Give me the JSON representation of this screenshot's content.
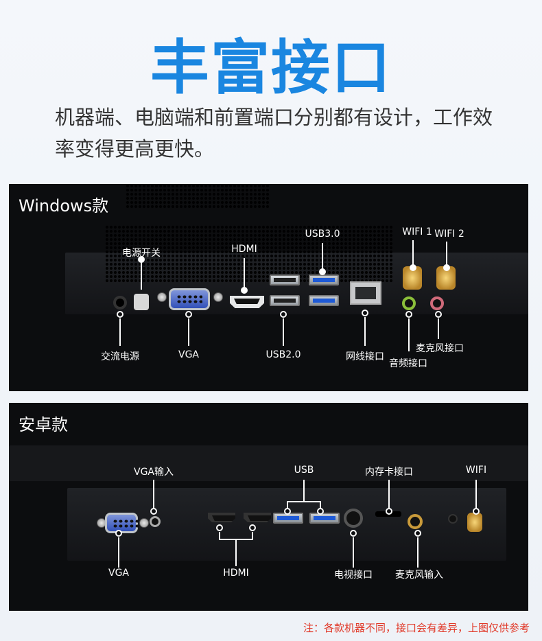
{
  "title": "丰富接口",
  "description": "机器端、电脑端和前置端口分别都有设计，工作效率变得更高更快。",
  "windows": {
    "title": "Windows款",
    "labels": {
      "power_switch": "电源开关",
      "hdmi": "HDMI",
      "usb3": "USB3.0",
      "wifi1": "WIFI 1",
      "wifi2": "WIFI 2",
      "ac_power": "交流电源",
      "vga": "VGA",
      "usb2": "USB2.0",
      "ethernet": "网线接口",
      "mic": "麦克风接口",
      "audio": "音频接口"
    }
  },
  "android": {
    "title": "安卓款",
    "labels": {
      "vga_input": "VGA输入",
      "usb": "USB",
      "memory_card": "内存卡接口",
      "wifi": "WIFI",
      "vga": "VGA",
      "hdmi": "HDMI",
      "tv": "电视接口",
      "mic_input": "麦克风输入"
    }
  },
  "note": "注：各款机器不同，接口会有差异，上图仅供参考",
  "colors": {
    "accent": "#1a86e0",
    "note": "#e13a2a",
    "usb3_blue": "#1e5ad6"
  }
}
